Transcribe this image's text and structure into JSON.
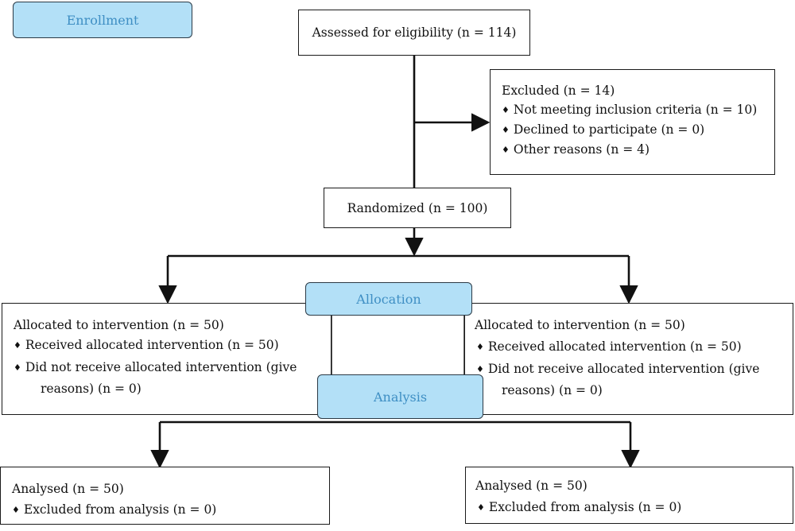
{
  "phases": {
    "enrollment": "Enrollment",
    "allocation": "Allocation",
    "analysis": "Analysis"
  },
  "assessed": "Assessed for eligibility (n = 114)",
  "excluded": {
    "title": "Excluded (n = 14)",
    "items": [
      "Not meeting inclusion criteria (n = 10)",
      "Declined to participate (n = 0)",
      "Other reasons (n = 4)"
    ]
  },
  "randomized": "Randomized (n = 100)",
  "allocation_left": {
    "title": "Allocated to intervention (n = 50)",
    "item1": "Received allocated intervention (n = 50)",
    "item2_line1": "Did not receive allocated intervention (give",
    "item2_line2": "reasons) (n = 0)"
  },
  "allocation_right": {
    "title": "Allocated to intervention (n = 50)",
    "item1": "Received allocated intervention (n = 50)",
    "item2_line1": "Did not receive allocated intervention (give",
    "item2_line2": "reasons) (n = 0)"
  },
  "analysis_left": {
    "title": "Analysed (n = 50)",
    "item1": "Excluded from analysis (n = 0)"
  },
  "analysis_right": {
    "title": "Analysed (n = 50)",
    "item1": "Excluded from analysis (n = 0)"
  },
  "bullet_glyph": "♦"
}
